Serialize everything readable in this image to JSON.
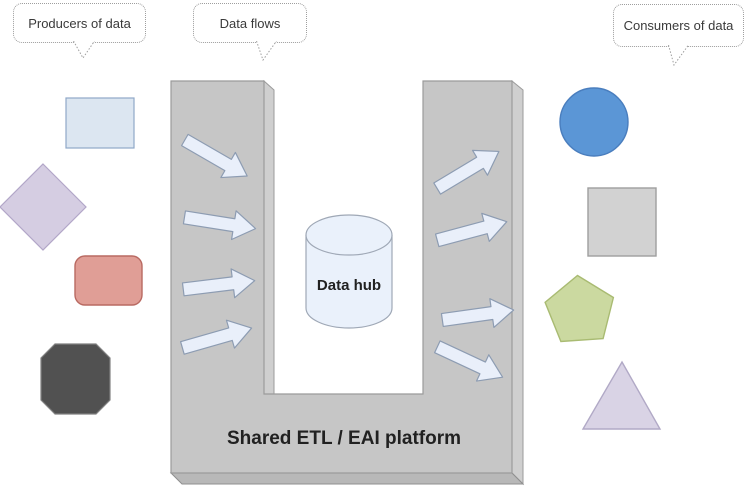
{
  "callouts": {
    "producers": {
      "label": "Producers of data"
    },
    "flows": {
      "label": "Data flows"
    },
    "consumers": {
      "label": "Consumers of data"
    }
  },
  "platform": {
    "label": "Shared ETL / EAI platform",
    "front_color": "#c6c6c6",
    "side_color": "#cfcfcf",
    "bottom_color": "#b8b8b8",
    "floor_color": "#c0c0c0",
    "edge_color": "#9b9b9b"
  },
  "hub": {
    "label": "Data hub",
    "fill": "#eaf1fb",
    "stroke": "#9fa8b6"
  },
  "arrows": {
    "fill": "#e9effa",
    "stroke": "#8d9cb2",
    "inbound_count": 4,
    "outbound_count": 4
  },
  "producers": [
    {
      "shape": "rectangle",
      "fill": "#dce6f1",
      "stroke": "#8fa8c8"
    },
    {
      "shape": "diamond",
      "fill": "#d5cde2",
      "stroke": "#b2a6c8"
    },
    {
      "shape": "rounded-rectangle",
      "fill": "#e09e96",
      "stroke": "#b96a62"
    },
    {
      "shape": "octagon",
      "fill": "#515151",
      "stroke": "#818181"
    }
  ],
  "consumers": [
    {
      "shape": "circle",
      "fill": "#5b96d6",
      "stroke": "#4a7ebe"
    },
    {
      "shape": "square",
      "fill": "#d2d2d2",
      "stroke": "#9e9e9e"
    },
    {
      "shape": "pentagon",
      "fill": "#cbd9a0",
      "stroke": "#a9bb72"
    },
    {
      "shape": "triangle",
      "fill": "#d9d3e5",
      "stroke": "#b1a9c6"
    }
  ]
}
